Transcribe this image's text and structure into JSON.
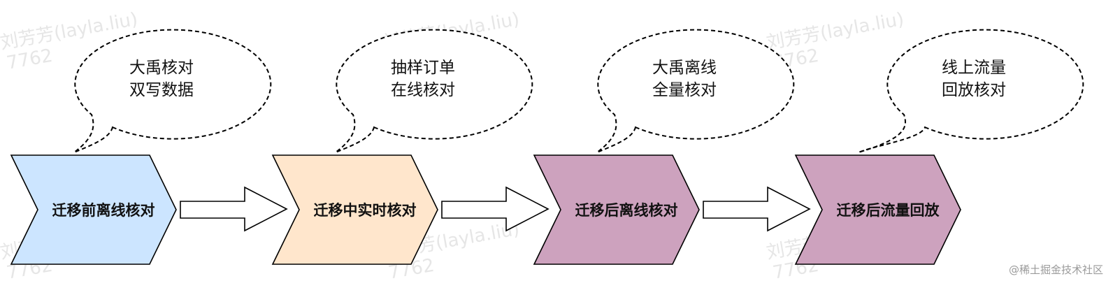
{
  "stages": [
    {
      "label": "迁移前离线核对",
      "fill": "#cce5ff",
      "bubble": [
        "大禹核对",
        "双写数据"
      ]
    },
    {
      "label": "迁移中实时核对",
      "fill": "#ffe6cc",
      "bubble": [
        "抽样订单",
        "在线核对"
      ]
    },
    {
      "label": "迁移后离线核对",
      "fill": "#cda2be",
      "bubble": [
        "大禹离线",
        "全量核对"
      ]
    },
    {
      "label": "迁移后流量回放",
      "fill": "#cda2be",
      "bubble": [
        "线上流量",
        "回放核对"
      ]
    }
  ],
  "watermark": {
    "line1": "刘芳芳(layla.liu)",
    "line2": "7762"
  },
  "credit": "@稀土掘金技术社区",
  "colors": {
    "stroke": "#000000",
    "arrow_fill": "#ffffff"
  }
}
